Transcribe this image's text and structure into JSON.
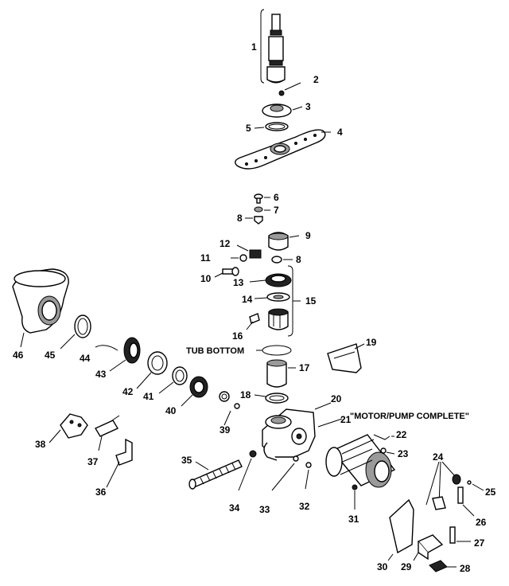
{
  "callouts": {
    "c1": "1",
    "c2": "2",
    "c3": "3",
    "c4": "4",
    "c5": "5",
    "c6": "6",
    "c7": "7",
    "c8a": "8",
    "c8b": "8",
    "c9": "9",
    "c10": "10",
    "c11": "11",
    "c12": "12",
    "c13": "13",
    "c14": "14",
    "c15": "15",
    "c16": "16",
    "c17": "17",
    "c18": "18",
    "c19": "19",
    "c20": "20",
    "c21": "21",
    "c22": "22",
    "c23": "23",
    "c24": "24",
    "c25": "25",
    "c26": "26",
    "c27": "27",
    "c28": "28",
    "c29": "29",
    "c30": "30",
    "c31": "31",
    "c32": "32",
    "c33": "33",
    "c34": "34",
    "c35": "35",
    "c36": "36",
    "c37": "37",
    "c38": "38",
    "c39": "39",
    "c40": "40",
    "c41": "41",
    "c42": "42",
    "c43": "43",
    "c44": "44",
    "c45": "45",
    "c46": "46"
  },
  "labels": {
    "tub_bottom": "TUB BOTTOM",
    "motor_pump_complete": "\"MOTOR/PUMP COMPLETE\""
  }
}
